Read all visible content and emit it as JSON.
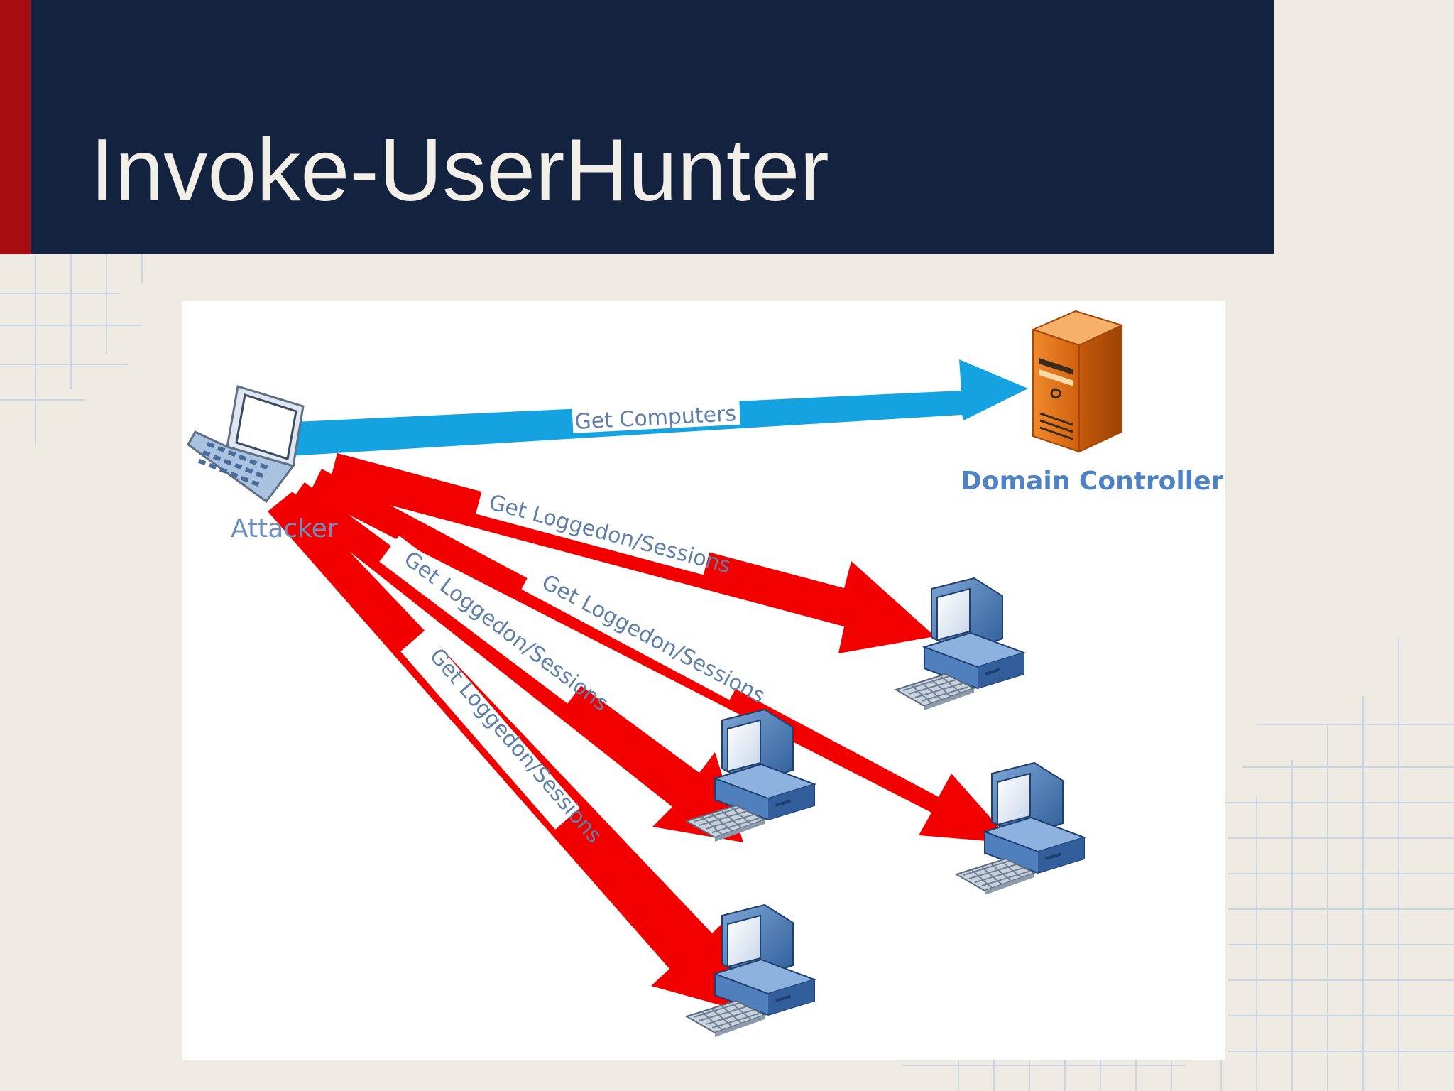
{
  "slide": {
    "title": "Invoke-UserHunter",
    "colors": {
      "title_band": "#13223f",
      "accent_bar": "#a50d10",
      "background": "#efebe3",
      "blue_arrow": "#14a3e0",
      "red_arrow": "#f20000"
    }
  },
  "diagram": {
    "nodes": {
      "attacker": {
        "label": "Attacker",
        "icon": "laptop-icon"
      },
      "domain_controller": {
        "label": "Domain Controller",
        "icon": "server-icon"
      },
      "workstations": [
        {
          "icon": "desktop-computer-icon"
        },
        {
          "icon": "desktop-computer-icon"
        },
        {
          "icon": "desktop-computer-icon"
        },
        {
          "icon": "desktop-computer-icon"
        }
      ]
    },
    "arrows": [
      {
        "label": "Get Computers",
        "target": "Domain Controller"
      },
      {
        "label": "Get Loggedon/Sessions"
      },
      {
        "label": "Get Loggedon/Sessions"
      },
      {
        "label": "Get Loggedon/Sessions"
      },
      {
        "label": "Get Loggedon/Sessions"
      }
    ]
  }
}
